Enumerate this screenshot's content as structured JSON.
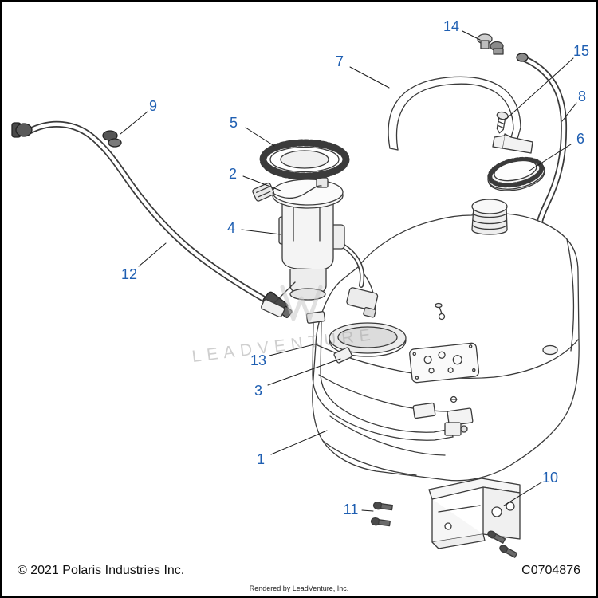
{
  "colors": {
    "callout": "#1f5fb2",
    "line": "#3a3a3a",
    "watermark": "#a8a8a8"
  },
  "watermark": {
    "text": "LEADVENTURE"
  },
  "callouts": [
    {
      "label": "1"
    },
    {
      "label": "2"
    },
    {
      "label": "3"
    },
    {
      "label": "4"
    },
    {
      "label": "5"
    },
    {
      "label": "6"
    },
    {
      "label": "7"
    },
    {
      "label": "8"
    },
    {
      "label": "9"
    },
    {
      "label": "10"
    },
    {
      "label": "11"
    },
    {
      "label": "12"
    },
    {
      "label": "13"
    },
    {
      "label": "14"
    },
    {
      "label": "15"
    }
  ],
  "footer": {
    "copyright": "© 2021 Polaris Industries Inc.",
    "part_number": "C0704876",
    "rendered_by": "Rendered by LeadVenture, Inc."
  }
}
